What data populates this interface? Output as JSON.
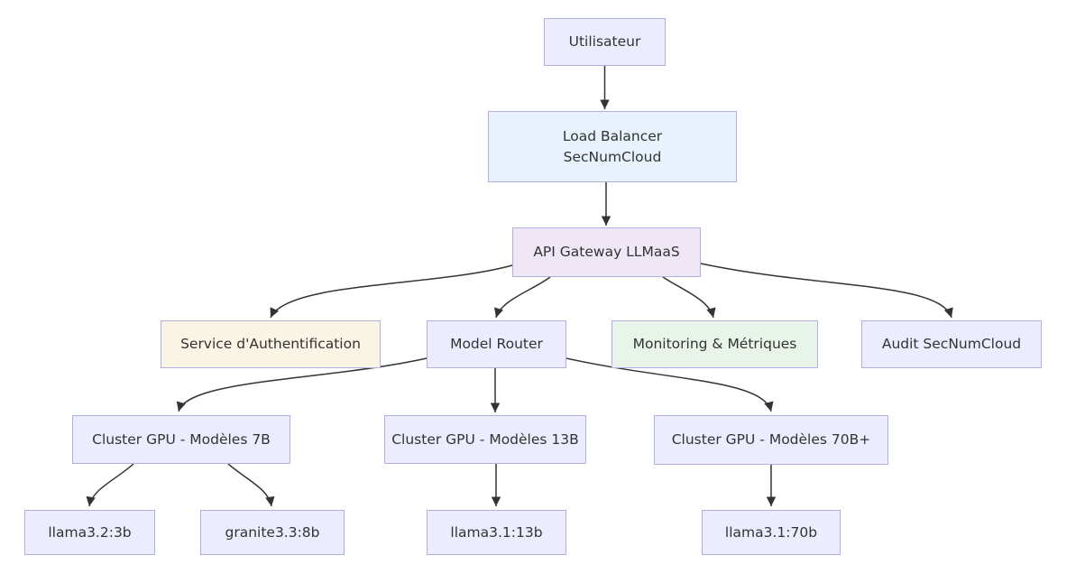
{
  "diagram": {
    "type": "flowchart",
    "direction": "top-down",
    "colors": {
      "background": "#ffffff",
      "node_fill_default": "#ECECFF",
      "node_border": "#b3aee2",
      "text": "#333333",
      "edge": "#333333",
      "load_balancer_fill": "#e7f2fc",
      "api_gateway_fill": "#efe6f6",
      "auth_fill": "#faf4e4",
      "monitoring_fill": "#e9f4e9"
    },
    "nodes": {
      "utilisateur": {
        "label": "Utilisateur",
        "fill": "#ECECFF"
      },
      "load_balancer": {
        "label_line1": "Load Balancer",
        "label_line2": "SecNumCloud",
        "fill": "#e7f2fc"
      },
      "api_gateway": {
        "label": "API Gateway LLMaaS",
        "fill": "#efe6f6"
      },
      "auth": {
        "label": "Service d'Authentification",
        "fill": "#faf4e4"
      },
      "model_router": {
        "label": "Model Router",
        "fill": "#ECECFF"
      },
      "monitoring": {
        "label": "Monitoring & Métriques",
        "fill": "#e9f4e9"
      },
      "audit": {
        "label": "Audit SecNumCloud",
        "fill": "#ECECFF"
      },
      "cluster_7b": {
        "label": "Cluster GPU - Modèles 7B",
        "fill": "#ECECFF"
      },
      "cluster_13b": {
        "label": "Cluster GPU - Modèles 13B",
        "fill": "#ECECFF"
      },
      "cluster_70b": {
        "label": "Cluster GPU - Modèles 70B+",
        "fill": "#ECECFF"
      },
      "llama32_3b": {
        "label": "llama3.2:3b",
        "fill": "#ECECFF"
      },
      "granite33_8b": {
        "label": "granite3.3:8b",
        "fill": "#ECECFF"
      },
      "llama31_13b": {
        "label": "llama3.1:13b",
        "fill": "#ECECFF"
      },
      "llama31_70b": {
        "label": "llama3.1:70b",
        "fill": "#ECECFF"
      }
    },
    "edges": [
      {
        "from": "utilisateur",
        "to": "load_balancer"
      },
      {
        "from": "load_balancer",
        "to": "api_gateway"
      },
      {
        "from": "api_gateway",
        "to": "auth"
      },
      {
        "from": "api_gateway",
        "to": "model_router"
      },
      {
        "from": "api_gateway",
        "to": "monitoring"
      },
      {
        "from": "api_gateway",
        "to": "audit"
      },
      {
        "from": "model_router",
        "to": "cluster_7b"
      },
      {
        "from": "model_router",
        "to": "cluster_13b"
      },
      {
        "from": "model_router",
        "to": "cluster_70b"
      },
      {
        "from": "cluster_7b",
        "to": "llama32_3b"
      },
      {
        "from": "cluster_7b",
        "to": "granite33_8b"
      },
      {
        "from": "cluster_13b",
        "to": "llama31_13b"
      },
      {
        "from": "cluster_70b",
        "to": "llama31_70b"
      }
    ]
  }
}
